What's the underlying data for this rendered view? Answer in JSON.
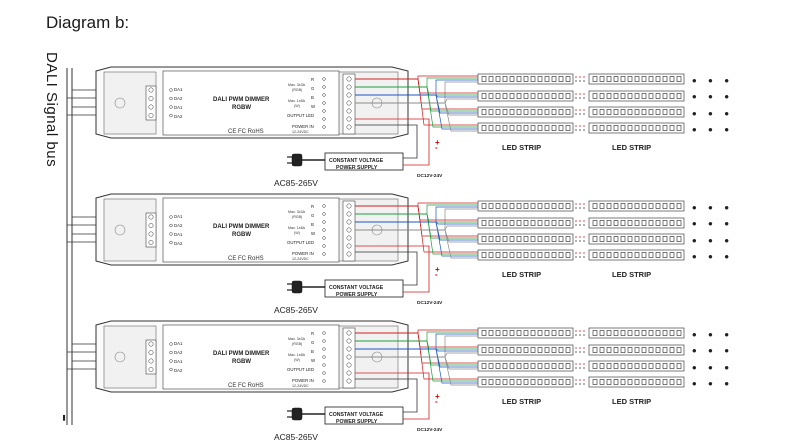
{
  "title": "Diagram b:",
  "bus_label": "DALI Signal bus",
  "bus_continuation": "...",
  "dimmer": {
    "model": "DALI PWM DIMMER",
    "variant": "RGBW",
    "cert": "CE FC RoHS",
    "input_terminals": [
      "DA1",
      "DA2",
      "DA1",
      "DA2"
    ],
    "output_terminals": [
      "R",
      "G",
      "B",
      "W"
    ],
    "max_rating_1": "Max. 3x3A",
    "max_rating_1_sub": "(RGB)",
    "max_rating_2": "Max. 1x8A",
    "max_rating_2_sub": "(W)",
    "output_label": "OUTPUT LED",
    "power_label": "POWER IN",
    "power_voltage": "12-24VDC"
  },
  "power_supply": {
    "line1": "CONSTANT VOLTAGE",
    "line2": "POWER SUPPLY",
    "ac_input": "AC85-265V",
    "dc_output": "DC12V-24V",
    "plus": "+",
    "minus": "-"
  },
  "led_strip": {
    "label": "LED STRIP",
    "continuation": "• • •"
  },
  "colors": {
    "red": "#d21f1f",
    "green": "#1f9e3a",
    "blue": "#1c56c8",
    "white": "#8a8a8a",
    "outline": "#333333",
    "psu_wire": "#d21f1f"
  },
  "units": [
    {
      "name": "unit-1"
    },
    {
      "name": "unit-2"
    },
    {
      "name": "unit-3"
    }
  ]
}
